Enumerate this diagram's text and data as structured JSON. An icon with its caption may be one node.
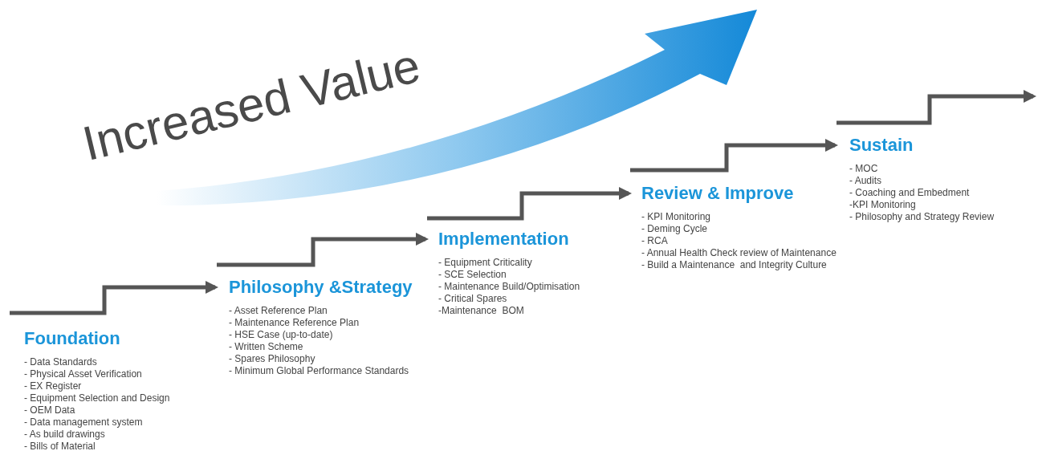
{
  "diagram": {
    "nodes": [
      {
        "text": [
          "Foundation",
          "- Data Standards",
          "- Physical Asset Verification",
          "- EX Register",
          "- Equipment Selection and Design",
          "- OEM Data",
          "- Data management system",
          "- As build drawings",
          "- Bills of Material"
        ]
      },
      {
        "text": [
          "Philosophy &Strategy",
          "- Asset Reference Plan",
          "- Maintenance Reference Plan",
          "- HSE Case (up-to-date)",
          "- Written Scheme",
          "- Spares Philosophy",
          "- Minimum Global Performance Standards"
        ]
      },
      {
        "text": [
          "Implementation",
          "- Equipment Criticality",
          "- SCE Selection",
          "- Maintenance Build/Optimisation",
          "- Critical Spares",
          "-Maintenance  BOM"
        ]
      },
      {
        "text": [
          "Review & Improve",
          "- KPI Monitoring",
          "- Deming Cycle",
          "- RCA",
          "- Annual Health Check review of Maintenance",
          "- Build a Maintenance  and Integrity Culture"
        ]
      },
      {
        "text": [
          "Sustain",
          "- MOC",
          "- Audits",
          "- Coaching and Embedment",
          "-KPI Monitoring",
          "- Philosophy and Strategy Review"
        ]
      }
    ],
    "edges": [
      {
        "from": 0,
        "to": 1,
        "arrow": "to"
      },
      {
        "from": 1,
        "to": 2,
        "arrow": "to"
      },
      {
        "from": 2,
        "to": 3,
        "arrow": "to"
      },
      {
        "from": 3,
        "to": 4,
        "arrow": "to"
      },
      {
        "from": 4,
        "to": null,
        "arrow": "to"
      }
    ],
    "labels": [
      "Increased Value"
    ]
  }
}
